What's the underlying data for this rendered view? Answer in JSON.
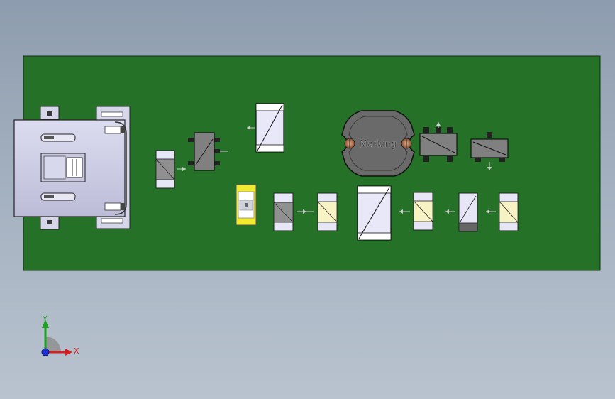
{
  "viewport": {
    "background_top": "#8d9cae",
    "background_bottom": "#b9c3cf"
  },
  "pcb": {
    "board_color": "#257128",
    "inductor_marking": "Marking",
    "component_icons": [
      "usb-connector-icon",
      "resistor-icon",
      "sot-transistor-icon",
      "capacitor-icon",
      "power-inductor-icon",
      "led-icon",
      "diode-icon"
    ]
  },
  "triad": {
    "x_label": "X",
    "y_label": "Y",
    "x_color": "#d42020",
    "y_color": "#20a020",
    "z_color": "#2030d0"
  }
}
